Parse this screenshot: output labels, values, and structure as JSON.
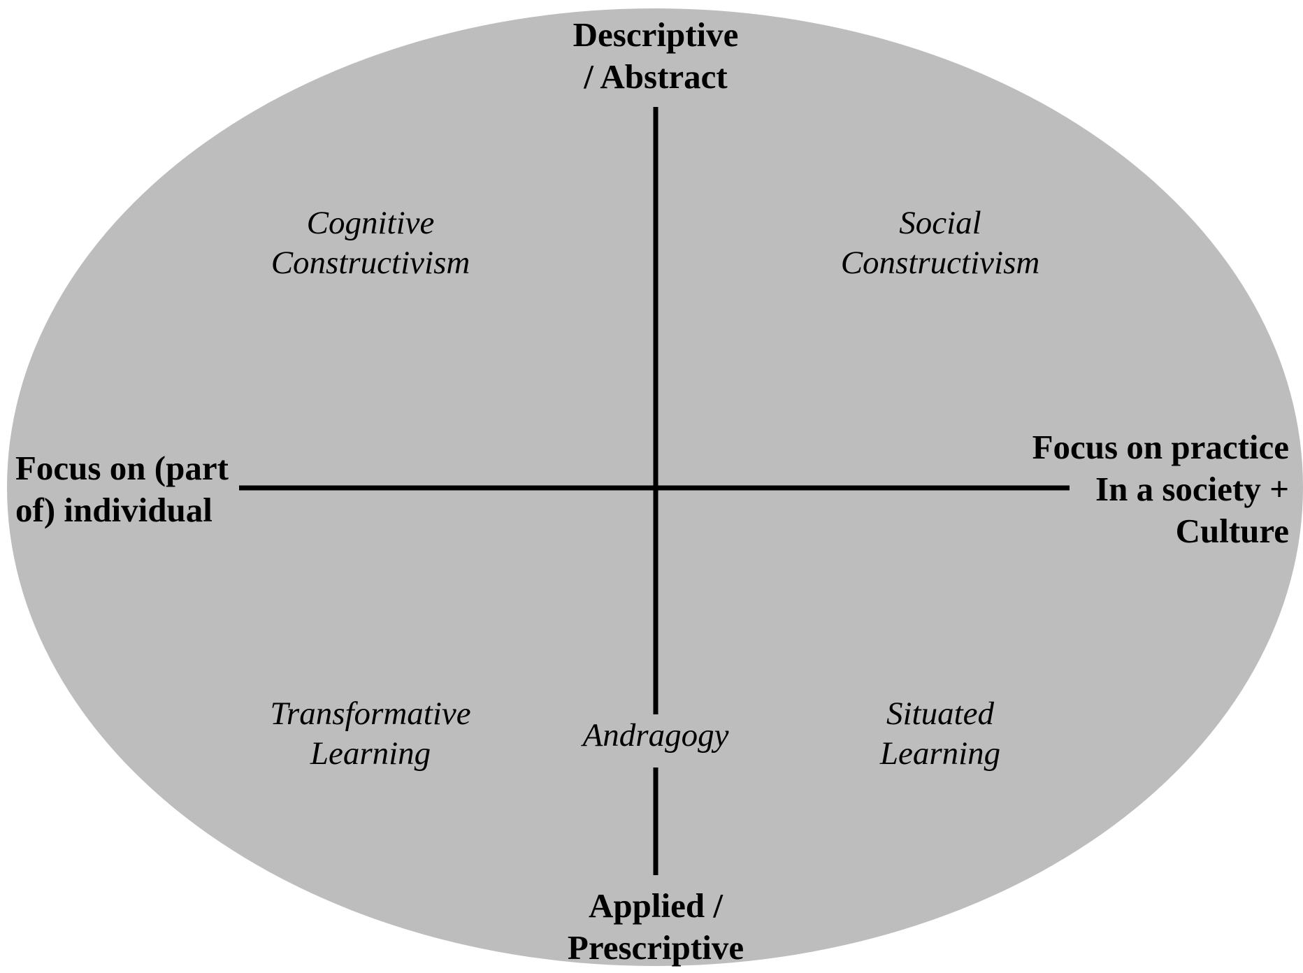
{
  "colors": {
    "background": "#ffffff",
    "ellipse_fill": "#bdbdbd",
    "axis_line": "#000000",
    "text": "#000000"
  },
  "axes": {
    "top": [
      "Descriptive",
      "/ Abstract"
    ],
    "bottom": [
      "Applied /",
      "Prescriptive"
    ],
    "left": [
      "Focus on (part",
      "of) individual"
    ],
    "right": [
      "Focus on practice",
      "In a society +",
      "Culture"
    ]
  },
  "quadrants": {
    "top_left": [
      "Cognitive",
      "Constructivism"
    ],
    "top_right": [
      "Social",
      "Constructivism"
    ],
    "bottom_left": [
      "Transformative",
      "Learning"
    ],
    "bottom_right": [
      "Situated",
      "Learning"
    ],
    "center_bottom": [
      "Andragogy"
    ]
  }
}
